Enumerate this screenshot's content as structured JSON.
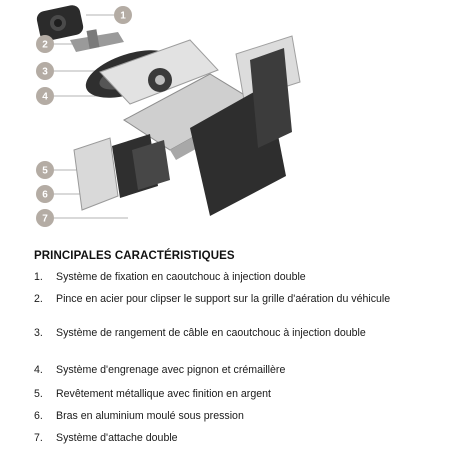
{
  "diagram": {
    "callouts": [
      "1",
      "2",
      "3",
      "4",
      "5",
      "6",
      "7"
    ],
    "colors": {
      "badge": "#b4aca4",
      "dark_part": "#2e2e2e",
      "silver_part": "#d8d8d8",
      "leader_line": "#9a9a9a"
    }
  },
  "heading": "PRINCIPALES CARACTÉRISTIQUES",
  "features": [
    {
      "num": "1.",
      "text": "Système de fixation en caoutchouc à injection double"
    },
    {
      "num": "2.",
      "text": "Pince en acier pour clipser le support sur la grille d'aération du véhicule"
    },
    {
      "num": "3.",
      "text": "Système de rangement de câble en caoutchouc à injection double"
    },
    {
      "num": "4.",
      "text": "Système d'engrenage avec pignon et crémaillère"
    },
    {
      "num": "5.",
      "text": "Revêtement métallique avec finition en argent"
    },
    {
      "num": "6.",
      "text": "Bras en aluminium moulé sous pression"
    },
    {
      "num": "7.",
      "text": "Système d'attache double"
    }
  ]
}
